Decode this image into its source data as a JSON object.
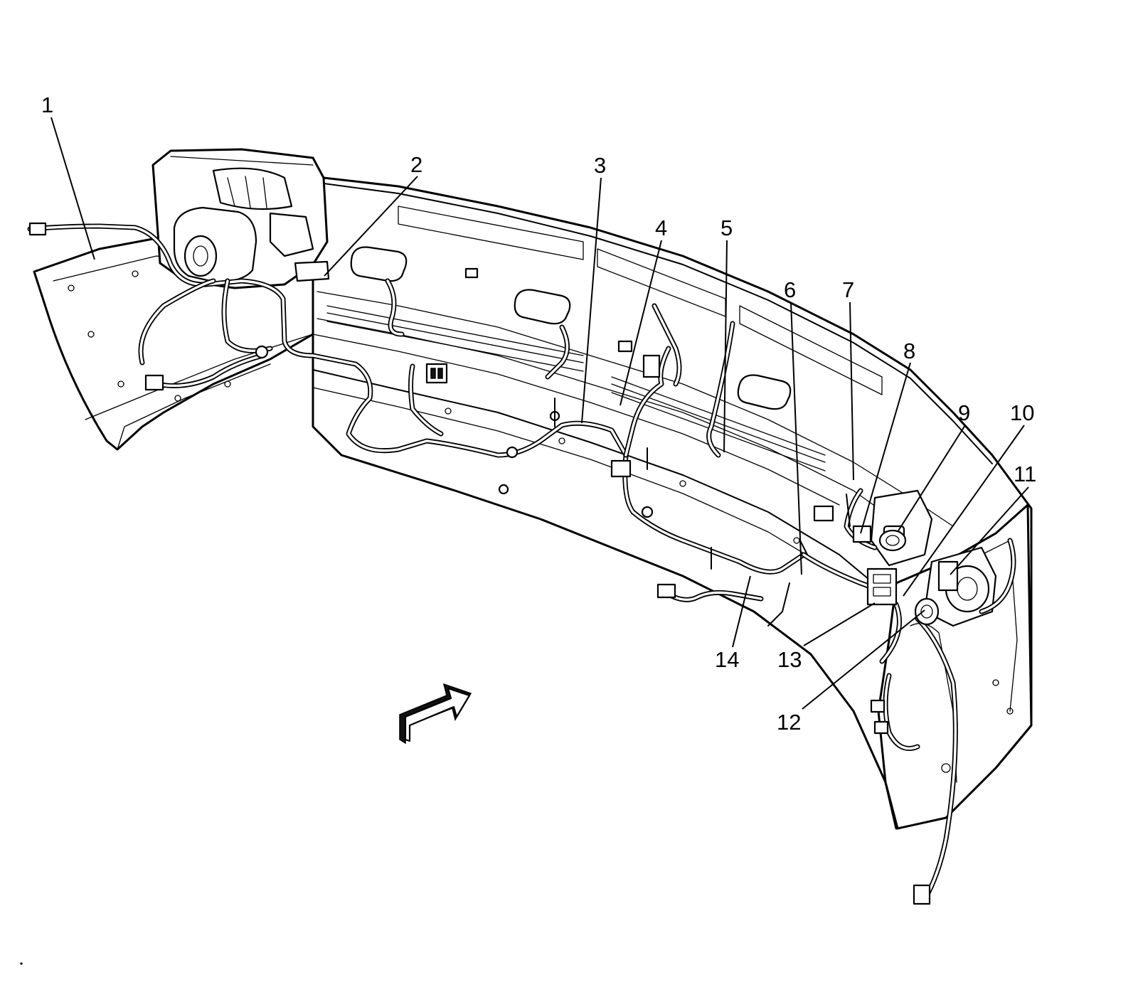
{
  "callouts": [
    {
      "id": "1",
      "label": "1"
    },
    {
      "id": "2",
      "label": "2"
    },
    {
      "id": "3",
      "label": "3"
    },
    {
      "id": "4",
      "label": "4"
    },
    {
      "id": "5",
      "label": "5"
    },
    {
      "id": "6",
      "label": "6"
    },
    {
      "id": "7",
      "label": "7"
    },
    {
      "id": "8",
      "label": "8"
    },
    {
      "id": "9",
      "label": "9"
    },
    {
      "id": "10",
      "label": "10"
    },
    {
      "id": "11",
      "label": "11"
    },
    {
      "id": "12",
      "label": "12"
    },
    {
      "id": "13",
      "label": "13"
    },
    {
      "id": "14",
      "label": "14"
    }
  ],
  "icons": {
    "direction_arrow": "front-direction-arrow-icon"
  },
  "colors": {
    "ink": "#000000",
    "paper": "#ffffff"
  }
}
